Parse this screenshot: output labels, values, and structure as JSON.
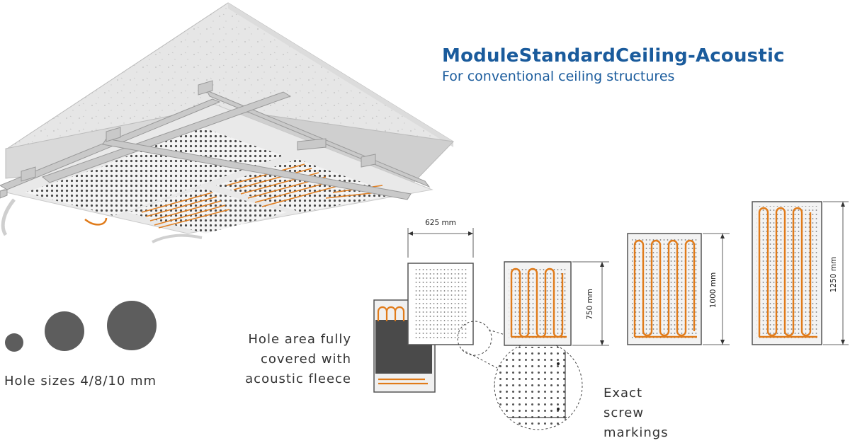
{
  "header": {
    "title": "ModuleStandardCeiling-Acoustic",
    "subtitle": "For conventional ceiling structures"
  },
  "hole_sizes": {
    "label": "Hole sizes 4/8/10 mm",
    "sizes_mm": [
      4,
      8,
      10
    ]
  },
  "callouts": {
    "fleece": "Hole area fully covered with acoustic fleece",
    "screw": "Exact screw markings"
  },
  "dimensions": {
    "width": "625 mm",
    "heights": [
      "750 mm",
      "1000 mm",
      "1250 mm"
    ]
  },
  "colors": {
    "title": "#1a5b9c",
    "heating_pipe": "#e07b1a",
    "hole_dot": "#5d5d5d",
    "fleece": "#4a4a4a"
  }
}
